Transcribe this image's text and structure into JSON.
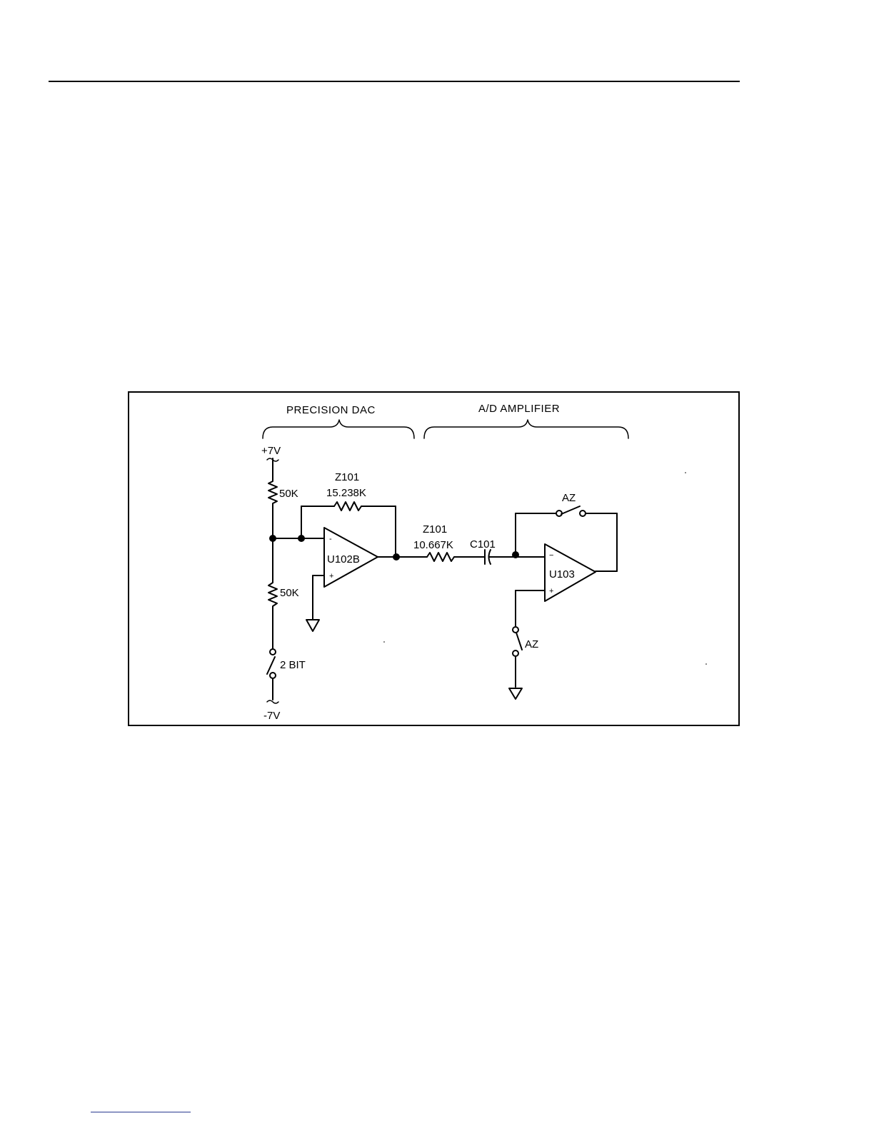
{
  "sections": {
    "precision_dac": "PRECISION DAC",
    "ad_amplifier": "A/D AMPLIFIER"
  },
  "supplies": {
    "positive": "+7V",
    "negative": "-7V"
  },
  "resistors": {
    "divider_top": "50K",
    "divider_bottom": "50K",
    "feedback_ref": "Z101",
    "feedback_value": "15.238K",
    "input_ref": "Z101",
    "input_value": "10.667K"
  },
  "capacitor": {
    "ref": "C101"
  },
  "opamps": {
    "dac": {
      "ref": "U102B",
      "inv": "-",
      "noninv": "+"
    },
    "adc": {
      "ref": "U103",
      "inv": "−",
      "noninv": "+"
    }
  },
  "switches": {
    "two_bit": "2 BIT",
    "az_feedback": "AZ",
    "az_ground": "AZ"
  }
}
